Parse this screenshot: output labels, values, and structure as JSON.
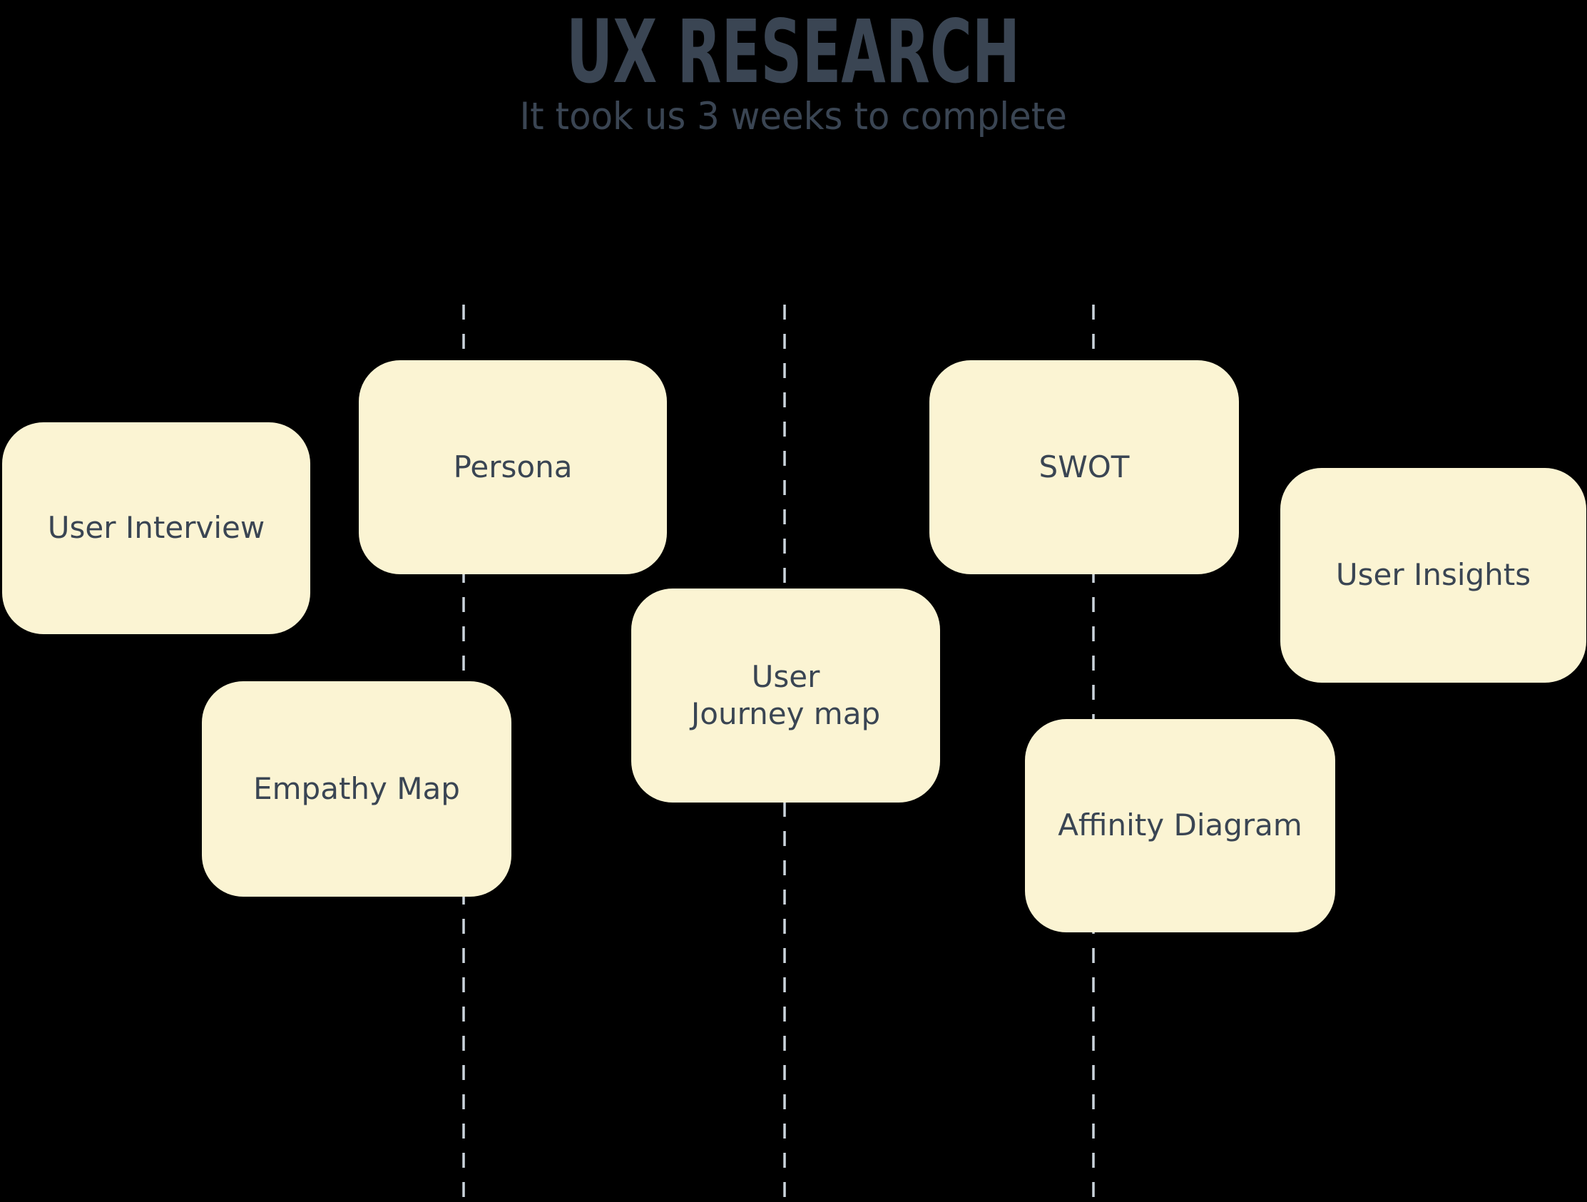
{
  "header": {
    "title": "UX RESEARCH",
    "subtitle": "It took us 3 weeks to complete"
  },
  "board": {
    "cards": [
      {
        "id": "user-interview",
        "label": "User Interview"
      },
      {
        "id": "persona",
        "label": "Persona"
      },
      {
        "id": "empathy-map",
        "label": "Empathy Map"
      },
      {
        "id": "user-journey-map",
        "label": "User\nJourney map"
      },
      {
        "id": "swot",
        "label": "SWOT"
      },
      {
        "id": "affinity-diagram",
        "label": "Affinity Diagram"
      },
      {
        "id": "user-insights",
        "label": "User Insights"
      }
    ],
    "divider_count": 3,
    "divider_style": "dashed-vertical"
  },
  "colors": {
    "background": "#000000",
    "card_fill": "#FBF4D3",
    "text": "#3A4553",
    "divider": "#CBD4DC"
  }
}
